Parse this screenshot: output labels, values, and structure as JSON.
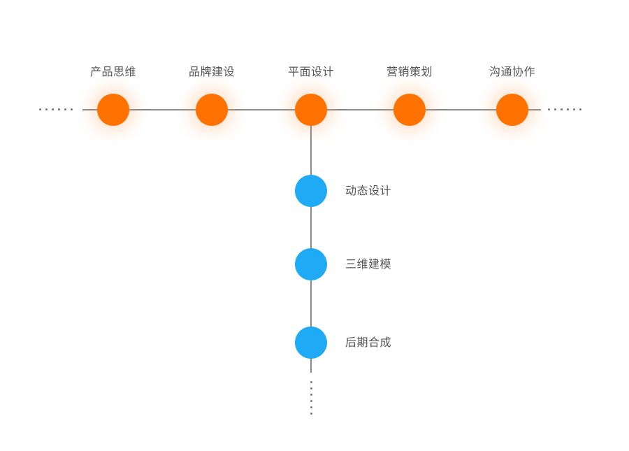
{
  "top_row": {
    "stages": [
      {
        "label": "产品思维"
      },
      {
        "label": "品牌建设"
      },
      {
        "label": "平面设计"
      },
      {
        "label": "营销策划"
      },
      {
        "label": "沟通协作"
      }
    ]
  },
  "branch": {
    "items": [
      {
        "label": "动态设计"
      },
      {
        "label": "三维建模"
      },
      {
        "label": "后期合成"
      }
    ]
  },
  "colors": {
    "orange_node": "#ff7200",
    "blue_node": "#1eaaf5",
    "line": "#8a8a8a",
    "text": "#555555"
  },
  "icons": {
    "continuation": "ellipsis-dots"
  }
}
